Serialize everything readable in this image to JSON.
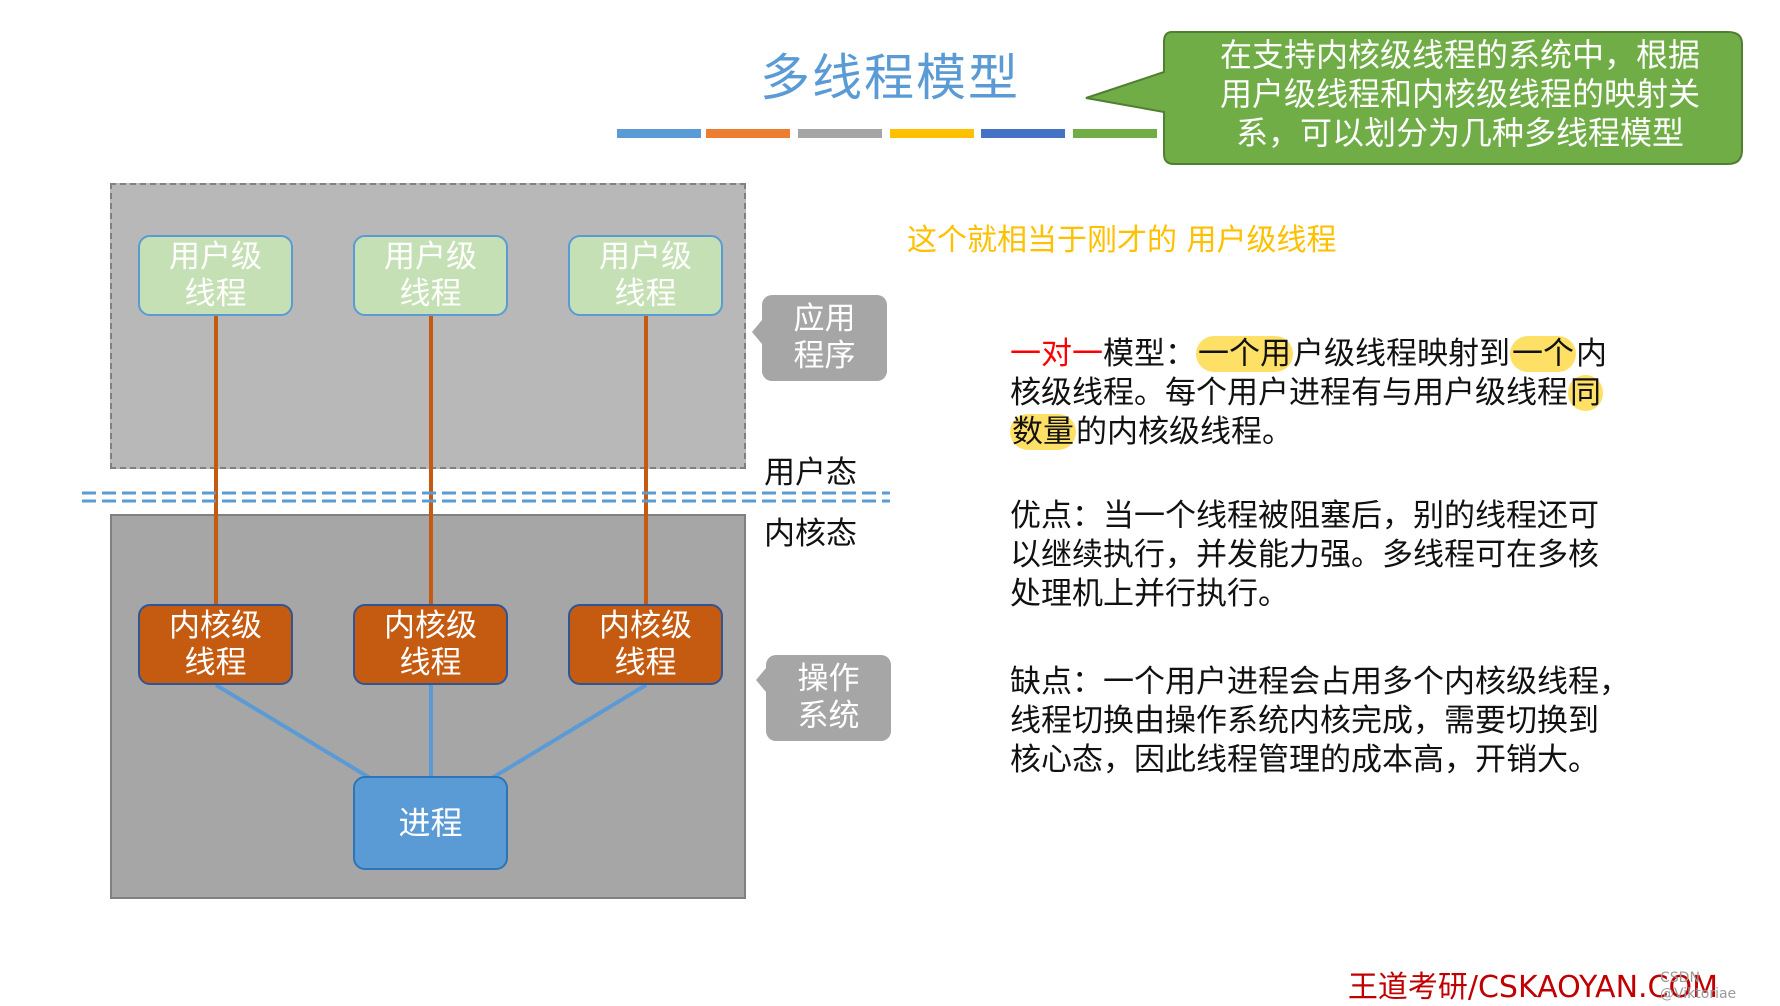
{
  "title": "多线程模型",
  "stripes": [
    "#5b9bd5",
    "#ed7d31",
    "#a5a5a5",
    "#ffc000",
    "#4472c4",
    "#70ad47"
  ],
  "callout": {
    "lines": [
      "在支持内核级线程的系统中，根据",
      "用户级线程和内核级线程的映射关",
      "系，可以划分为几种多线程模型"
    ],
    "fill": "#70ad47"
  },
  "diagram": {
    "user_threads": [
      "用户级\n线程",
      "用户级\n线程",
      "用户级\n线程"
    ],
    "kernel_threads": [
      "内核级\n线程",
      "内核级\n线程",
      "内核级\n线程"
    ],
    "process": "进程",
    "app_label": "应用\n程序",
    "os_label": "操作\n系统",
    "user_mode": "用户态",
    "kernel_mode": "内核态",
    "colors": {
      "link_up": "#c55a11",
      "link_down": "#5b9bd5",
      "divider": "#5b9bd5"
    }
  },
  "note": "这个就相当于刚才的 用户级线程",
  "text": {
    "model_prefix": "一对一",
    "model_word": "模型：",
    "p1_hl1": "一个用",
    "p1_a": "户级线程映射到",
    "p1_hl2": "一个",
    "p1_b": "内",
    "p1_line2a": "核级线程。每个用户进程有与用户级线程",
    "p1_hl3": "同",
    "p1_hl4": "数量",
    "p1_line3b": "的内核级线程。",
    "pros": [
      "优点：当一个线程被阻塞后，别的线程还可",
      "以继续执行，并发能力强。多线程可在多核",
      "处理机上并行执行。"
    ],
    "cons": [
      "缺点：一个用户进程会占用多个内核级线程，",
      "线程切换由操作系统内核完成，需要切换到",
      "核心态，因此线程管理的成本高，开销大。"
    ]
  },
  "footer": "王道考研/CSKAOYAN.COM",
  "watermark": "CSDN @Viktoriae"
}
